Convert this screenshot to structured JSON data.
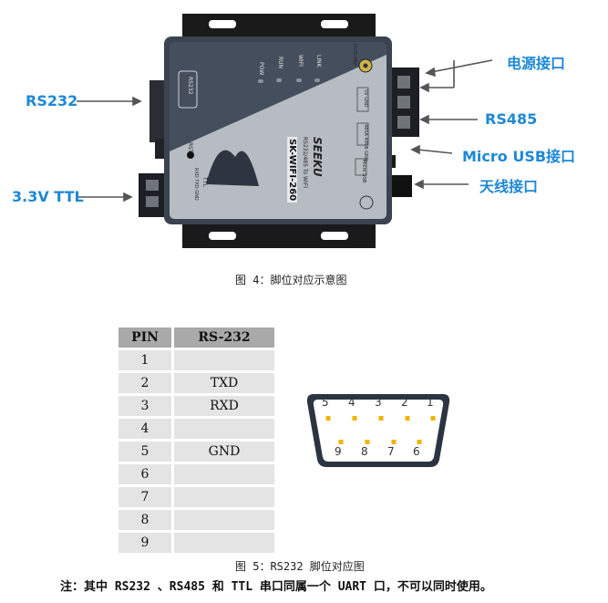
{
  "figure4": {
    "callouts": {
      "power": "电源接口",
      "rs485": "RS485",
      "micro_usb": "Micro USB接口",
      "antenna": "天线接口",
      "rs232": "RS232",
      "ttl": "3.3V TTL"
    },
    "device": {
      "brand": "SEEKU",
      "model": "SK-WIFI-260",
      "subtitle": "RS232/485 To WIFI",
      "port_rs232": "RS232",
      "led_labels": [
        "POW",
        "RUN",
        "WIFI",
        "LINK"
      ],
      "rst": "RST",
      "ttl_label": "TTL",
      "ttl_pins": "RXD TXD GND",
      "dc_label": "DC/5-36V",
      "rs485_label": "485A 485B GND",
      "power_label": "5V GND",
      "usb_label": "Micro USB"
    },
    "caption": "图 4：脚位对应示意图"
  },
  "table": {
    "headers": [
      "PIN",
      "RS-232"
    ],
    "rows": [
      [
        "1",
        ""
      ],
      [
        "2",
        "TXD"
      ],
      [
        "3",
        "RXD"
      ],
      [
        "4",
        ""
      ],
      [
        "5",
        "GND"
      ],
      [
        "6",
        ""
      ],
      [
        "7",
        ""
      ],
      [
        "8",
        ""
      ],
      [
        "9",
        ""
      ]
    ]
  },
  "db9": {
    "top_numbers": [
      "5",
      "4",
      "3",
      "2",
      "1"
    ],
    "bottom_numbers": [
      "9",
      "8",
      "7",
      "6"
    ],
    "pin_color": "#f2b400",
    "shell_color": "#2b3441"
  },
  "figure5": {
    "caption": "图 5：RS232 脚位对应图",
    "note": "注：其中 RS232 、RS485 和 TTL 串口同属一个 UART 口，不可以同时使用。"
  }
}
